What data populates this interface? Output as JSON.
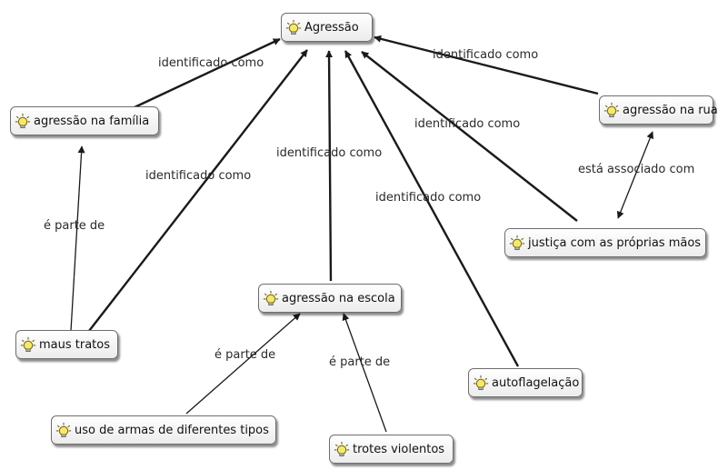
{
  "colors": {
    "node_border": "#6e6e6e",
    "node_fill": "#f4f4f4",
    "icon_fill": "#f5e96b",
    "line": "#1a1a1a"
  },
  "nodes": {
    "agressao": {
      "label": "Agressão",
      "icon": "concept-bulb-icon"
    },
    "familia": {
      "label": "agressão na família",
      "icon": "concept-bulb-icon"
    },
    "rua": {
      "label": "agressão na rua",
      "icon": "concept-bulb-icon"
    },
    "justica": {
      "label": "justiça com as próprias mãos",
      "icon": "concept-bulb-icon"
    },
    "escola": {
      "label": "agressão na escola",
      "icon": "concept-bulb-icon"
    },
    "maus_tratos": {
      "label": "maus tratos",
      "icon": "concept-bulb-icon"
    },
    "autoflagelacao": {
      "label": "autoflagelação",
      "icon": "concept-bulb-icon"
    },
    "armas": {
      "label": "uso de armas de diferentes tipos",
      "icon": "concept-bulb-icon"
    },
    "trotes": {
      "label": "trotes violentos",
      "icon": "concept-bulb-icon"
    }
  },
  "edges": {
    "familia_agressao": {
      "label": "identificado como"
    },
    "rua_agressao": {
      "label": "identificado como"
    },
    "justica_agressao": {
      "label": "identificado como"
    },
    "maus_agressao": {
      "label": "identificado como"
    },
    "escola_agressao": {
      "label": "identificado como"
    },
    "auto_agressao": {
      "label": "identificado como"
    },
    "justica_rua": {
      "label": "está associado com"
    },
    "maus_familia": {
      "label": "é parte de"
    },
    "armas_escola": {
      "label": "é parte de"
    },
    "trotes_escola": {
      "label": "é parte de"
    }
  }
}
